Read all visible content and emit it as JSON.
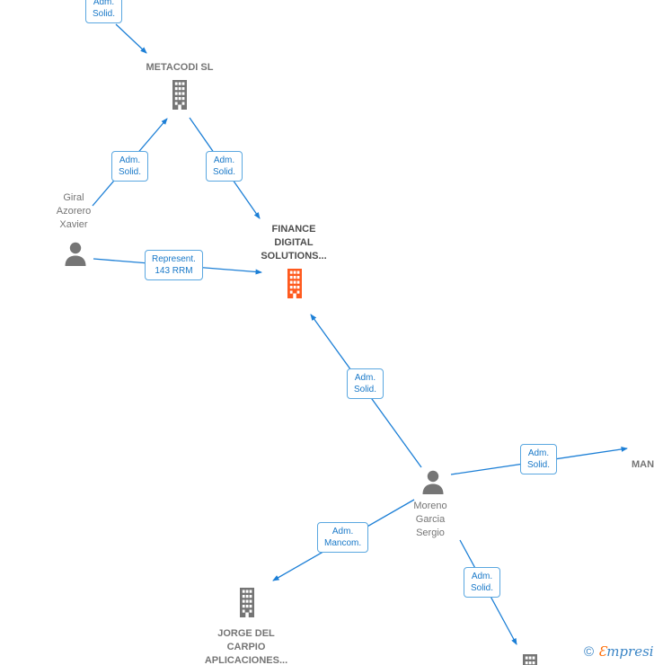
{
  "colors": {
    "edge_blue": "#1c7fd6",
    "label_border_blue": "#5aa7e0",
    "label_text_blue": "#1878c8",
    "node_gray": "#757575",
    "highlight_orange": "#ff5a1e",
    "focus_text_gray": "#4d4d4d"
  },
  "nodes": {
    "metacodi": {
      "label": "METACODI SL"
    },
    "finance": {
      "lines": [
        "FINANCE",
        "DIGITAL",
        "SOLUTIONS..."
      ]
    },
    "giral": {
      "lines": [
        "Giral",
        "Azorero",
        "Xavier"
      ]
    },
    "moreno": {
      "lines": [
        "Moreno",
        "Garcia",
        "Sergio"
      ]
    },
    "jorge": {
      "lines": [
        "JORGE DEL",
        "CARPIO",
        "APLICACIONES..."
      ]
    },
    "mani": {
      "label": "MANI"
    }
  },
  "edges": [
    {
      "lines": [
        "Adm.",
        "Solid."
      ]
    },
    {
      "lines": [
        "Adm.",
        "Solid."
      ]
    },
    {
      "lines": [
        "Adm.",
        "Solid."
      ]
    },
    {
      "lines": [
        "Represent.",
        "143 RRM"
      ]
    },
    {
      "lines": [
        "Adm.",
        "Solid."
      ]
    },
    {
      "lines": [
        "Adm.",
        "Solid."
      ]
    },
    {
      "lines": [
        "Adm.",
        "Mancom."
      ]
    },
    {
      "lines": [
        "Adm.",
        "Solid."
      ]
    }
  ],
  "watermark": {
    "copyright": "©",
    "brand_initial": "Ɛ",
    "brand_rest": "mpresia"
  }
}
